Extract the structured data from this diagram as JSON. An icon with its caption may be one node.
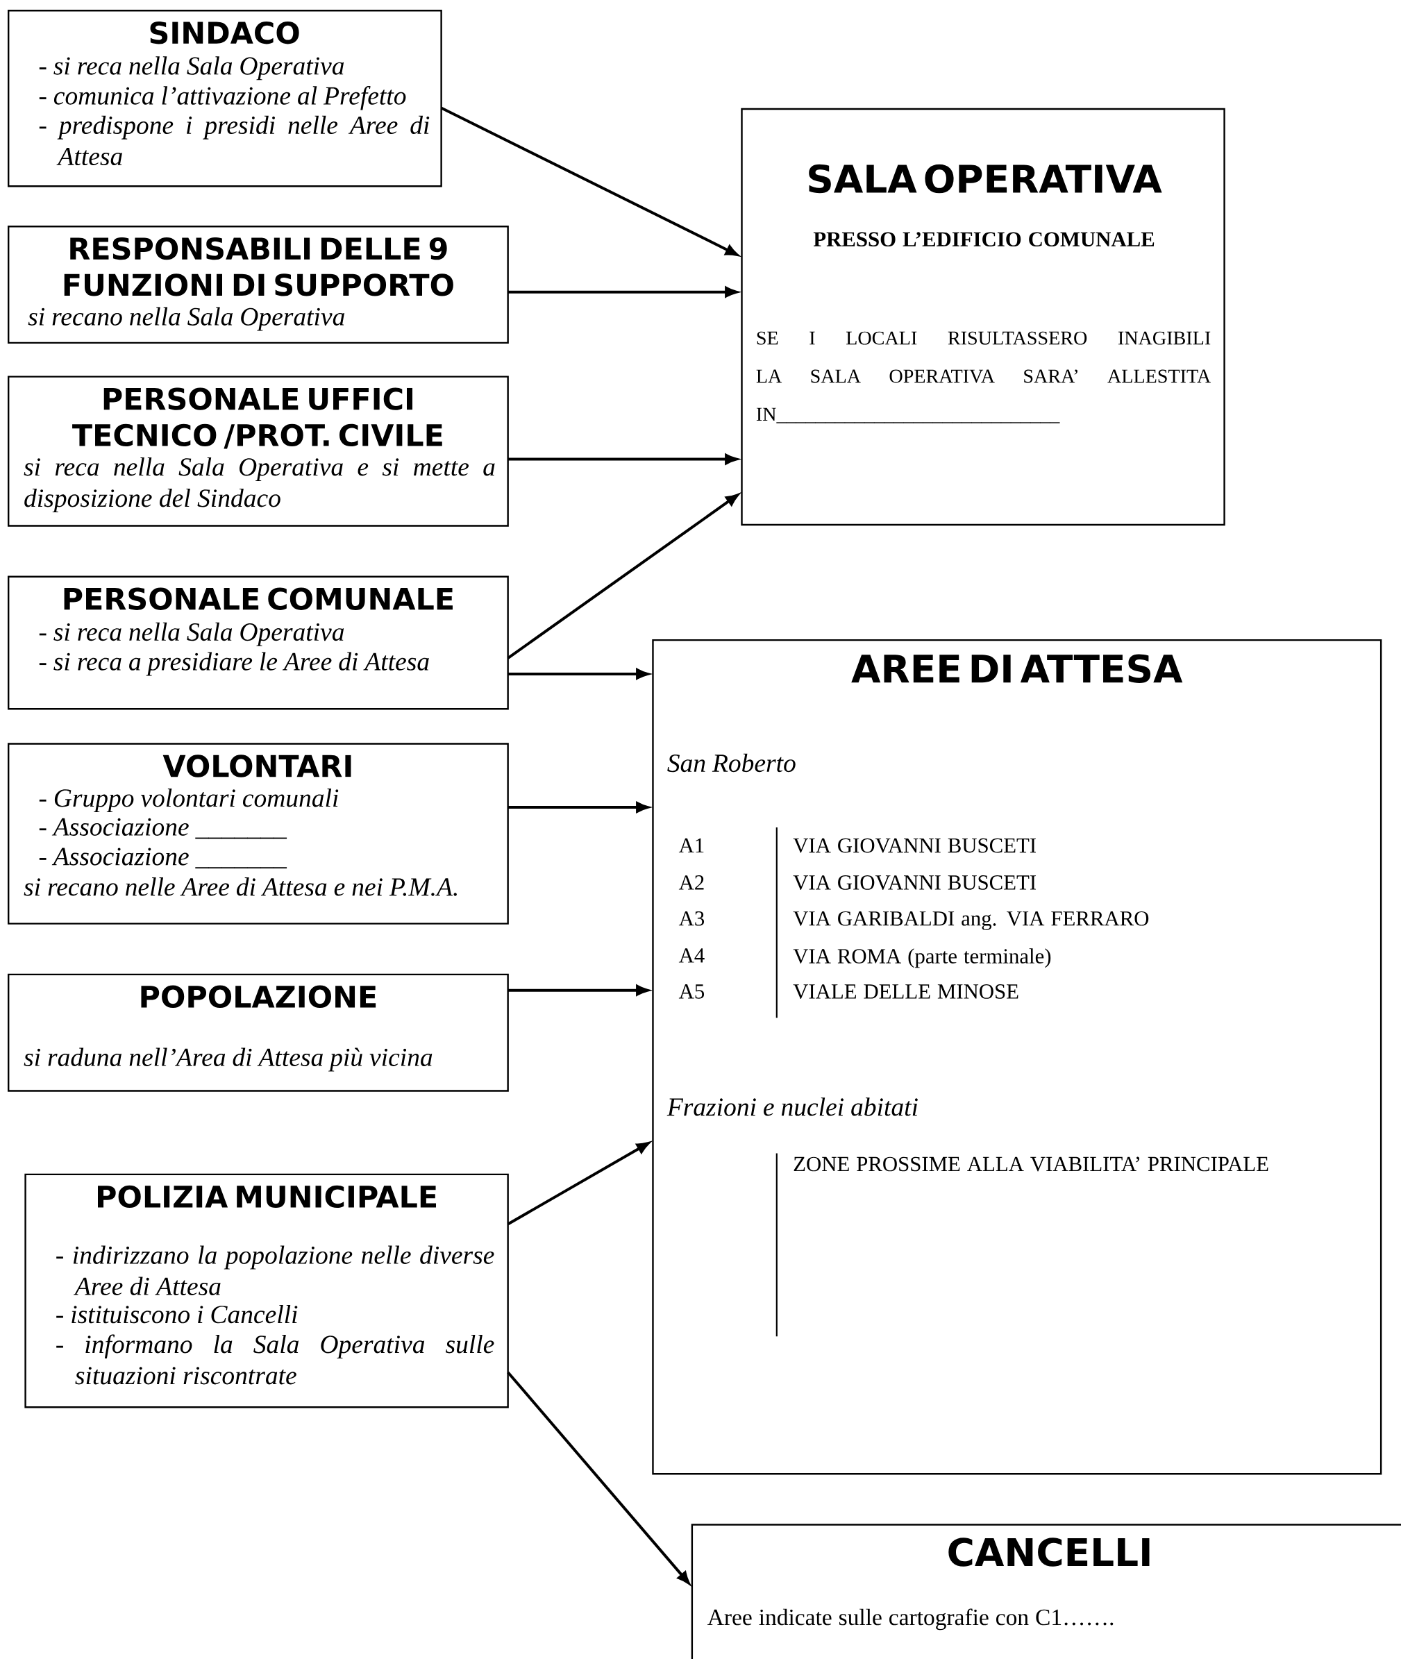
{
  "diagram": {
    "nodes": [
      {
        "text": [
          "SINDACO",
          "- si reca nella Sala Operativa",
          "- comunica l’attivazione al Prefetto",
          "- predispone i presidi nelle Aree di Attesa"
        ]
      },
      {
        "text": [
          "RESPONSABILI DELLE 9 FUNZIONI DI SUPPORTO",
          "si recano nella Sala Operativa"
        ]
      },
      {
        "text": [
          "PERSONALE UFFICI TECNICO /PROT. CIVILE",
          "si reca nella Sala Operativa e si mette a disposizione del Sindaco"
        ]
      },
      {
        "text": [
          "PERSONALE COMUNALE",
          "- si reca nella Sala Operativa",
          "- si reca a presidiare le Aree di Attesa"
        ]
      },
      {
        "text": [
          "VOLONTARI",
          "- Gruppo volontari comunali",
          "- Associazione _______",
          "- Associazione _______",
          "si recano  nelle Aree di Attesa e nei P.M.A."
        ]
      },
      {
        "text": [
          "POPOLAZIONE",
          "si raduna nell’Area di Attesa più vicina"
        ]
      },
      {
        "text": [
          "POLIZIA MUNICIPALE",
          "- indirizzano la popolazione nelle diverse Aree di Attesa",
          "- istituiscono i Cancelli",
          "- informano la Sala Operativa sulle situazioni riscontrate"
        ]
      },
      {
        "text": [
          "SALA OPERATIVA",
          "PRESSO L’EDIFICIO COMUNALE",
          "SE I LOCALI RISULTASSERO INAGIBILI LA SALA OPERATIVA SARA’ ALLESTITA IN_____________________________"
        ]
      },
      {
        "text": [
          "AREE DI ATTESA",
          "San Roberto",
          "A1",
          "VIA GIOVANNI BUSCETI",
          "A2",
          "VIA GIOVANNI BUSCETI",
          "A3",
          "VIA GARIBALDI  ang. VIA FERRARO",
          "A4",
          "VIA ROMA  (parte terminale)",
          "A5",
          "VIALE DELLE MINOSE",
          "Frazioni e nuclei abitati",
          "ZONE PROSSIME ALLA VIABILITA’ PRINCIPALE"
        ]
      },
      {
        "text": [
          "CANCELLI",
          "Aree indicate sulle cartografie con C1……."
        ]
      }
    ],
    "edges": [
      {
        "from": 0,
        "to": 7,
        "arrow": "to"
      },
      {
        "from": 1,
        "to": 7,
        "arrow": "to"
      },
      {
        "from": 2,
        "to": 7,
        "arrow": "to"
      },
      {
        "from": 3,
        "to": 7,
        "arrow": "to"
      },
      {
        "from": 3,
        "to": 8,
        "arrow": "to"
      },
      {
        "from": 4,
        "to": 8,
        "arrow": "to"
      },
      {
        "from": 5,
        "to": 8,
        "arrow": "to"
      },
      {
        "from": 6,
        "to": 8,
        "arrow": "to"
      },
      {
        "from": 6,
        "to": 9,
        "arrow": "to"
      }
    ]
  }
}
